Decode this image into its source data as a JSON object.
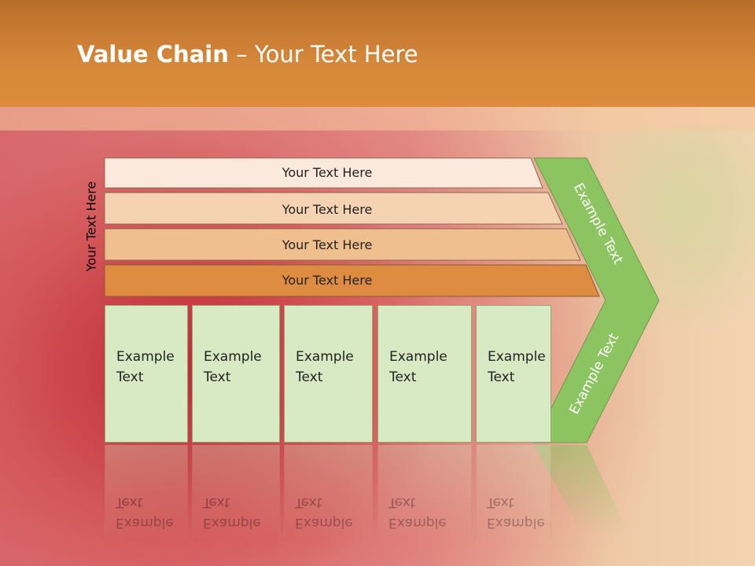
{
  "title": {
    "bold": "Value Chain",
    "rest": " – Your Text Here"
  },
  "side_label": "Your Text Here",
  "bands": [
    {
      "label": "Your Text Here",
      "color": "#fae9dc"
    },
    {
      "label": "Your Text Here",
      "color": "#f5d2b2"
    },
    {
      "label": "Your Text Here",
      "color": "#efbf8e"
    },
    {
      "label": "Your Text Here",
      "color": "#dd8c42"
    }
  ],
  "boxes": [
    {
      "label": "Example Text"
    },
    {
      "label": "Example Text"
    },
    {
      "label": "Example Text"
    },
    {
      "label": "Example Text"
    },
    {
      "label": "Example Text"
    }
  ],
  "chevron": {
    "upper_label": "Example Text",
    "lower_label": "Example Text",
    "color": "#8cc462"
  },
  "colors": {
    "header": "#d6883a",
    "box_fill": "#d8eac4",
    "box_border": "#8faa6e"
  }
}
